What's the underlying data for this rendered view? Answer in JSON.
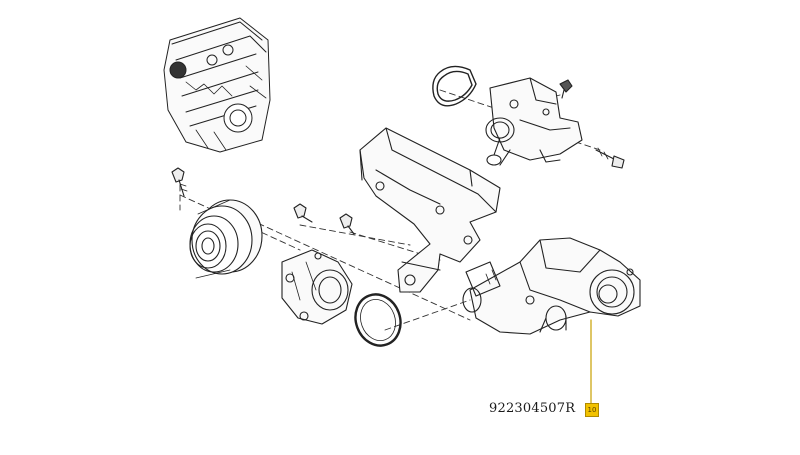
{
  "callout": {
    "part_number": "922304507R",
    "ref_index": "10",
    "badge_color": "#f2c200",
    "leader_color": "#c9a000"
  },
  "parts": [
    {
      "name": "engine-block"
    },
    {
      "name": "thermostat-housing-upper"
    },
    {
      "name": "housing-gasket"
    },
    {
      "name": "bleed-screw"
    },
    {
      "name": "mounting-bolt"
    },
    {
      "name": "support-bracket"
    },
    {
      "name": "pulley"
    },
    {
      "name": "water-pump"
    },
    {
      "name": "o-ring"
    },
    {
      "name": "thermostat-outlet-housing"
    }
  ]
}
